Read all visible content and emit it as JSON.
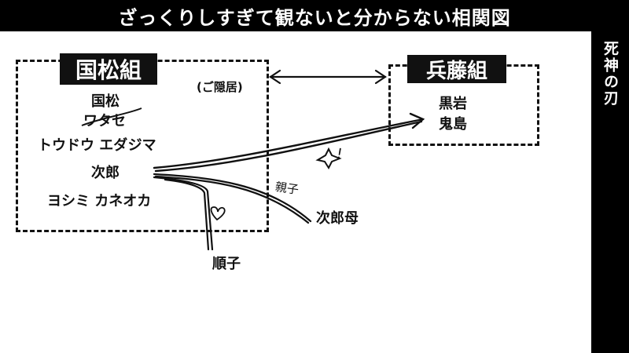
{
  "header": {
    "title": "ざっくりしすぎて観ないと分からない相関図"
  },
  "side_label": "死神の刃",
  "groups": {
    "kunimatsu": {
      "name": "国松組",
      "note": "(ご隠居)",
      "members": [
        "国松",
        "ワタセ",
        "トウドウ エダジマ",
        "次郎",
        "ヨシミ カネオカ"
      ]
    },
    "hyodo": {
      "name": "兵藤組",
      "members": [
        "黒岩",
        "鬼島"
      ]
    }
  },
  "outside": {
    "jiro_mother": "次郎母",
    "junko": "順子"
  },
  "annotations": {
    "parent_child": "親子",
    "exclaim": "!"
  }
}
